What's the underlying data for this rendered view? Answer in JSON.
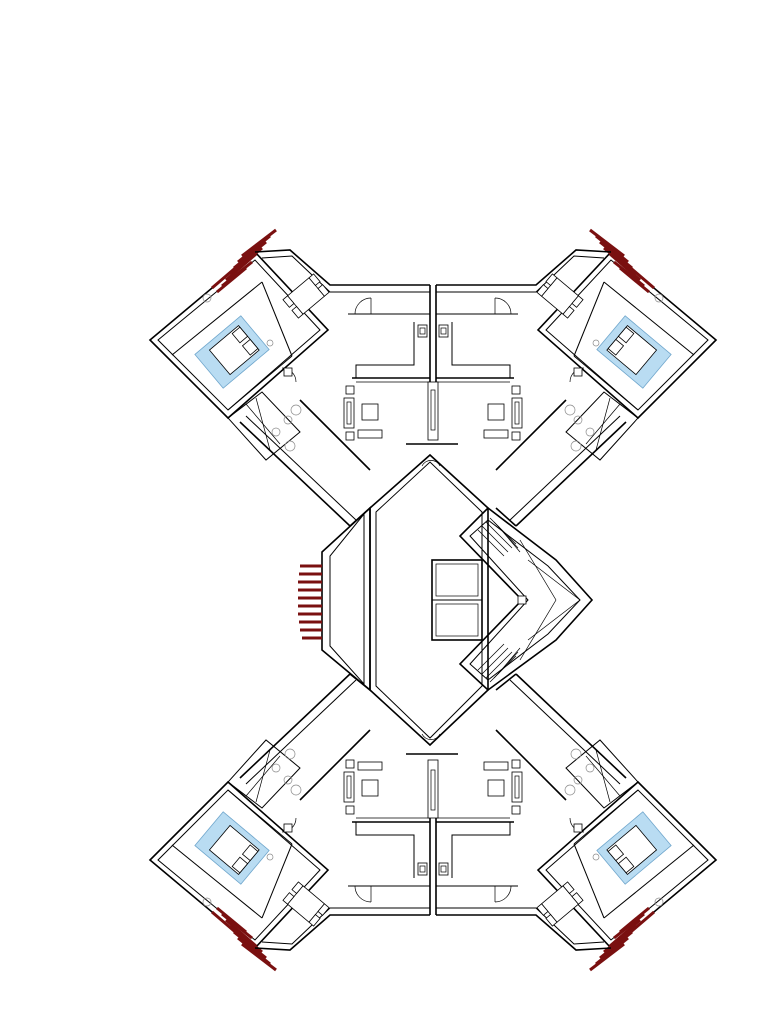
{
  "drawing": {
    "kind": "floor-plan",
    "units_per_floor": 4,
    "unit_layout": [
      "bedroom",
      "bathroom",
      "dining-area",
      "living-room",
      "balcony"
    ],
    "core": [
      "lift-lobby",
      "lifts",
      "staircase",
      "corridor"
    ],
    "colors": {
      "walls": "#000000",
      "balcony_railing": "#7a1010",
      "bed_highlight": "#b9dcf2",
      "background": "#ffffff"
    }
  }
}
